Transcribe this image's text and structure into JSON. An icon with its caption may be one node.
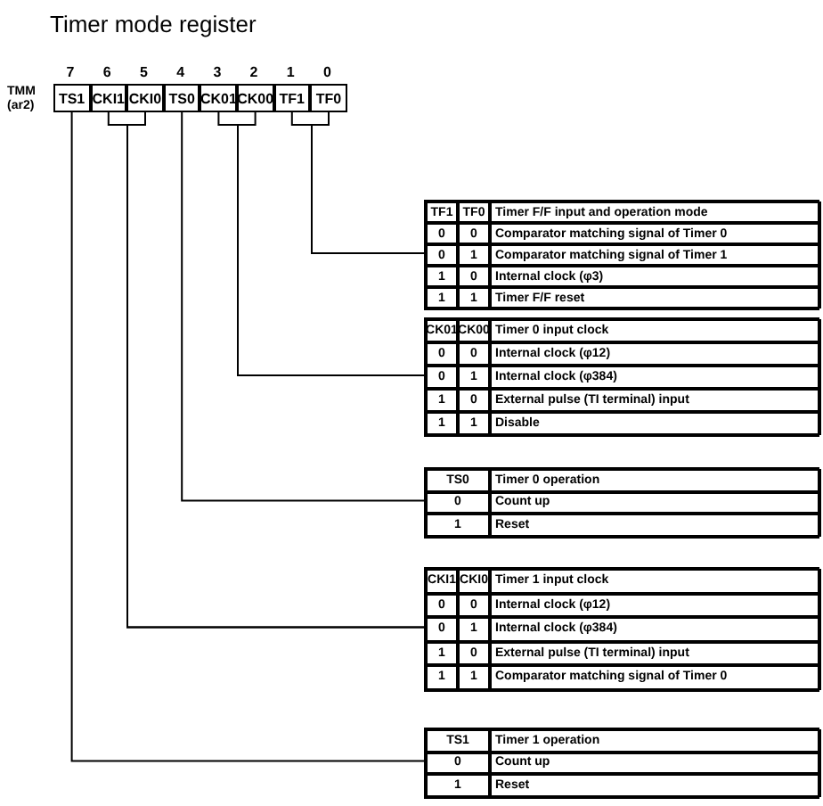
{
  "diagram": {
    "title": "Timer mode register",
    "nodes": [
      {
        "text": [
          "TS1"
        ]
      },
      {
        "text": [
          "CKI1"
        ]
      },
      {
        "text": [
          "CKI0"
        ]
      },
      {
        "text": [
          "TS0"
        ]
      },
      {
        "text": [
          "CK01"
        ]
      },
      {
        "text": [
          "CK00"
        ]
      },
      {
        "text": [
          "TF1"
        ]
      },
      {
        "text": [
          "TF0"
        ]
      },
      {
        "text": [
          "TF1",
          "TF0",
          "Timer F/F input and operation mode",
          "0",
          "0",
          "Comparator matching signal of Timer 0",
          "0",
          "1",
          "Comparator matching signal of Timer 1",
          "1",
          "0",
          "Internal clock (φ3)",
          "1",
          "1",
          "Timer F/F reset"
        ]
      },
      {
        "text": [
          "CK01",
          "CK00",
          "Timer 0 input clock",
          "0",
          "0",
          "Internal clock (φ12)",
          "0",
          "1",
          "Internal clock (φ384)",
          "1",
          "0",
          "External pulse (TI terminal) input",
          "1",
          "1",
          "Disable"
        ]
      },
      {
        "text": [
          "TS0",
          "Timer 0 operation",
          "0",
          "Count up",
          "1",
          "Reset"
        ]
      },
      {
        "text": [
          "CKI1",
          "CKI0",
          "Timer 1 input clock",
          "0",
          "0",
          "Internal clock (φ12)",
          "0",
          "1",
          "Internal clock (φ384)",
          "1",
          "0",
          "External pulse (TI terminal) input",
          "1",
          "1",
          "Comparator matching signal of Timer 0"
        ]
      },
      {
        "text": [
          "TS1",
          "Timer 1 operation",
          "0",
          "Count up",
          "1",
          "Reset"
        ]
      }
    ],
    "edges": [
      {
        "from": 6,
        "to": 8,
        "arrow": "none"
      },
      {
        "from": 7,
        "to": 8,
        "arrow": "none"
      },
      {
        "from": 4,
        "to": 9,
        "arrow": "none"
      },
      {
        "from": 5,
        "to": 9,
        "arrow": "none"
      },
      {
        "from": 3,
        "to": 10,
        "arrow": "none"
      },
      {
        "from": 1,
        "to": 11,
        "arrow": "none"
      },
      {
        "from": 2,
        "to": 11,
        "arrow": "none"
      },
      {
        "from": 0,
        "to": 12,
        "arrow": "none"
      }
    ],
    "labels": [
      "7",
      "6",
      "5",
      "4",
      "3",
      "2",
      "1",
      "0",
      "TMM (ar2)"
    ]
  }
}
